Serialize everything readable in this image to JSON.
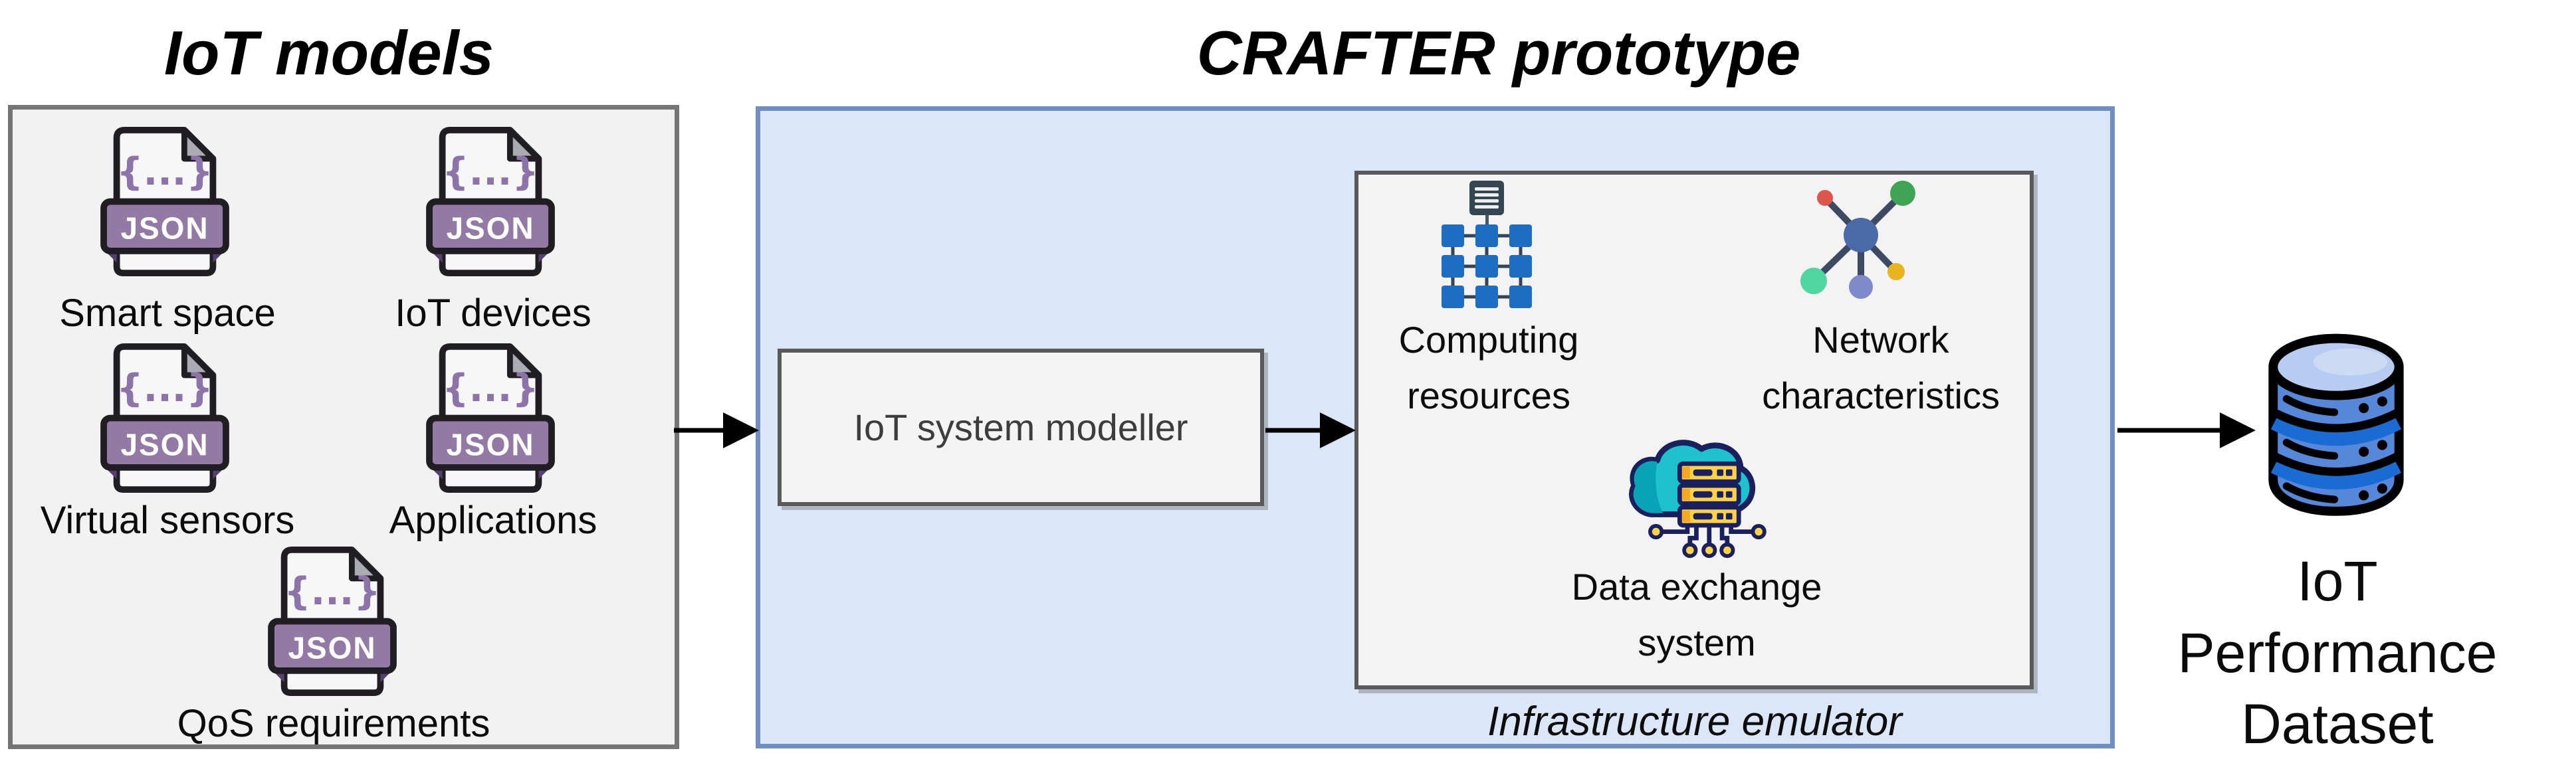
{
  "titles": {
    "left": "IoT models",
    "right": "CRAFTER prototype"
  },
  "iot_models": {
    "file_type_badge": "JSON",
    "braces_glyph": "{...}",
    "items": [
      {
        "label": "Smart space"
      },
      {
        "label": "IoT devices"
      },
      {
        "label": "Virtual sensors"
      },
      {
        "label": "Applications"
      },
      {
        "label": "QoS requirements"
      }
    ]
  },
  "crafter": {
    "modeller_label": "IoT system modeller",
    "emulator": {
      "caption": "Infrastructure emulator",
      "computing_label": "Computing\nresources",
      "network_label": "Network\ncharacteristics",
      "data_exchange_label": "Data exchange\nsystem"
    }
  },
  "output": {
    "dataset_label": "IoT Performance\nDataset"
  },
  "colors": {
    "blue_panel_fill": "#dbe7f8",
    "blue_panel_border": "#6e8fc0",
    "gray_panel_fill": "#f2f2f2",
    "gray_panel_border": "#757575",
    "json_banner_purple": "#937aa5",
    "json_braces_purple": "#8c73a8",
    "computing_blue": "#1d6ec3",
    "server_slate": "#364650",
    "network_hub_blue": "#4b69a7",
    "network_node_red": "#da574a",
    "network_node_green": "#3fa454",
    "network_node_mint": "#51d5a3",
    "network_node_lavender": "#7d8cc8",
    "network_node_yellow": "#e9b421",
    "cloud_teal": "#1dc2ce",
    "cloud_navy": "#1a1f5e",
    "cloud_server_yellow": "#ffd247",
    "database_blue": "#5687d8",
    "database_band_blue": "#1b6bd4",
    "arrow_black": "#000000"
  }
}
